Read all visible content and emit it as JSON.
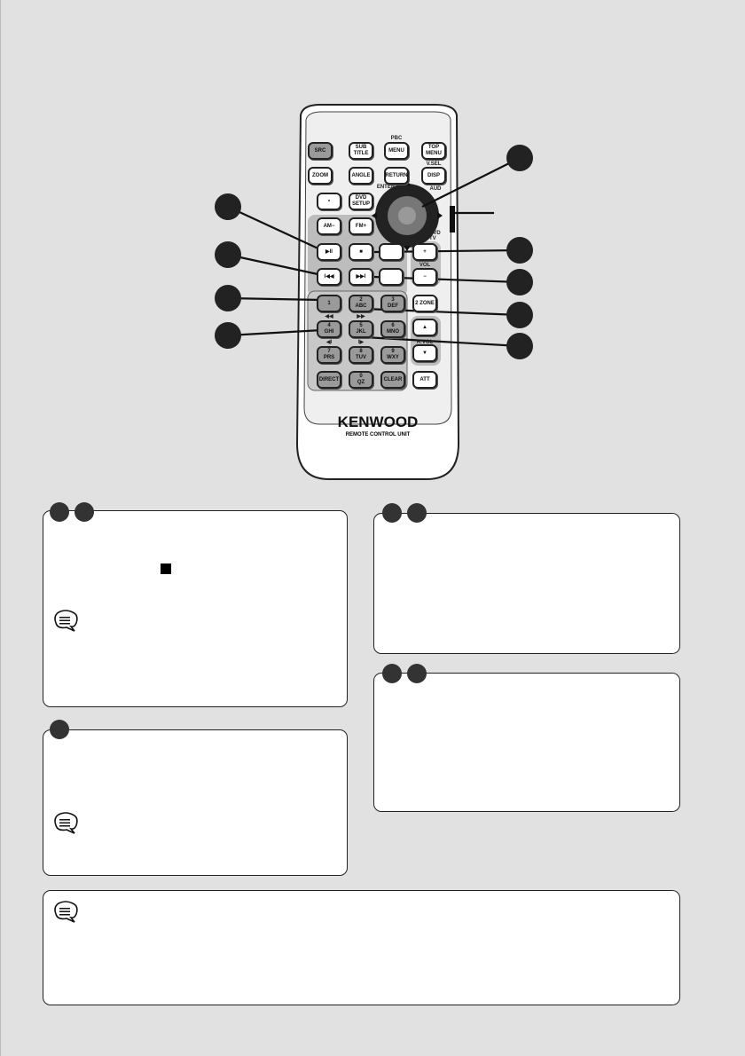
{
  "remote": {
    "brand": "KENWOOD",
    "subtitle": "REMOTE CONTROL UNIT",
    "labels": {
      "pbc": "PBC",
      "vsel": "V.SEL",
      "enter": "ENTER",
      "aud": "AUD",
      "dvd_tv": "DVD TV",
      "vol": "VOL",
      "rvol": "R.VOL"
    },
    "buttons": {
      "src": "SRC",
      "subtitle_1": "SUB",
      "subtitle_2": "TITLE",
      "menu": "MENU",
      "top_menu_1": "TOP",
      "top_menu_2": "MENU",
      "zoom": "ZOOM",
      "angle": "ANGLE",
      "return": "RETURN",
      "disp": "DISP",
      "dot": "•",
      "dvd_setup_1": "DVD",
      "dvd_setup_2": "SETUP",
      "am": "AM−",
      "fm": "FM+",
      "play_pause": "▶II",
      "stop": "■",
      "prev": "I◀◀",
      "next": "▶▶I",
      "vol_up": "+",
      "vol_down": "−",
      "n1": "1",
      "n2": "2",
      "n2s": "ABC",
      "n3": "3",
      "n3s": "DEF",
      "zone2": "2 ZONE",
      "n4": "4",
      "n4s": "GHI",
      "n5": "5",
      "n5s": "JKL",
      "n6": "6",
      "n6s": "MNO",
      "n7": "7",
      "n7s": "PRS",
      "n8": "8",
      "n8s": "TUV",
      "n9": "9",
      "n9s": "WXY",
      "direct": "DIRECT",
      "n0": "0",
      "n0s": "QZ",
      "clear": "CLEAR",
      "att": "ATT",
      "rew": "◀◀",
      "ff": "▶▶",
      "slow_rev": "◀I",
      "slow_fwd": "I▶"
    }
  },
  "icons": {
    "stop_symbol": "stop-square-icon",
    "note": "speech-bubble-note-icon"
  },
  "colors": {
    "page": "#e1e1e1",
    "badge": "#333333",
    "box": "#ffffff"
  }
}
